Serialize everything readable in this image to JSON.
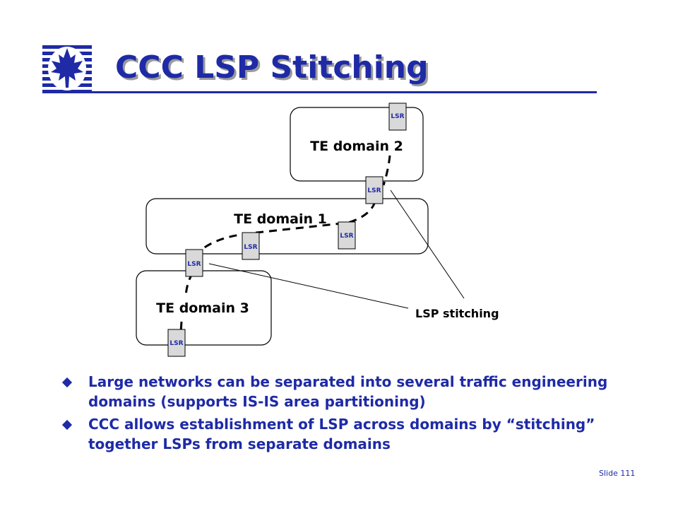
{
  "slide": {
    "title": "CCC LSP Stitching",
    "slide_number": "Slide 111"
  },
  "diagram": {
    "domains": [
      {
        "id": "te2",
        "label": "TE domain 2"
      },
      {
        "id": "te1",
        "label": "TE domain 1"
      },
      {
        "id": "te3",
        "label": "TE domain 3"
      }
    ],
    "lsr_label": "LSR",
    "callout_label": "LSP stitching"
  },
  "bullets": [
    "Large networks can be separated into several traffic engineering domains (supports IS-IS area partitioning)",
    "CCC allows establishment of LSP across domains by “stitching” together LSPs from separate domains"
  ],
  "colors": {
    "accent": "#1e2aa6",
    "title_shadow": "#9b9b9b",
    "lsr_fill": "#d9d9d9"
  },
  "icons": {
    "logo": "maple-leaf-logo-icon",
    "bullet": "diamond-bullet-icon"
  }
}
